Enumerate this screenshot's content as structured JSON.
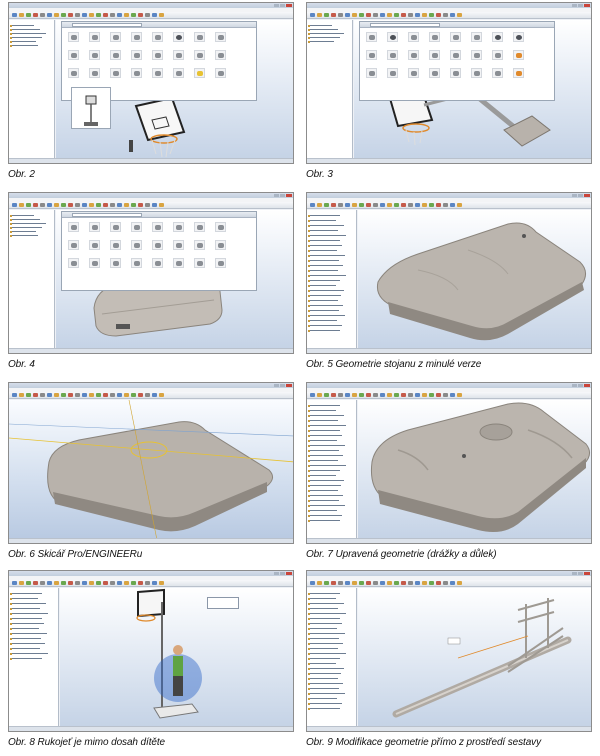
{
  "figures": [
    {
      "caption": "Obr. 2",
      "content": "Basketball hoop backboard model in catalog browser"
    },
    {
      "caption": "Obr. 3",
      "content": "Basketball hoop assembly with tilted pole and base"
    },
    {
      "caption": "Obr. 4",
      "content": "Base geometry inserted from catalog"
    },
    {
      "caption": "Obr. 5 Geometrie stojanu z minulé verze",
      "content": "Stand base geometry from previous version"
    },
    {
      "caption": "Obr. 6 Skicář Pro/ENGINEERu",
      "content": "Pro/ENGINEER sketcher on base"
    },
    {
      "caption": "Obr. 7 Upravená geometrie (drážky a důlek)",
      "content": "Modified geometry with grooves and dimple"
    },
    {
      "caption": "Obr. 8 Rukojeť je mimo dosah dítěte",
      "content": "Handle out of reach of a child"
    },
    {
      "caption": "Obr. 9 Modifikace geometrie přímo z prostředí sestavy",
      "content": "Geometry modification within assembly"
    }
  ],
  "colors": {
    "viewport_top": "#ffffff",
    "viewport_bottom": "#c5d3e6",
    "model_gray": "#b8b2ab",
    "window_frame": "#c2cedd",
    "accent_orange": "#e08a2c"
  }
}
